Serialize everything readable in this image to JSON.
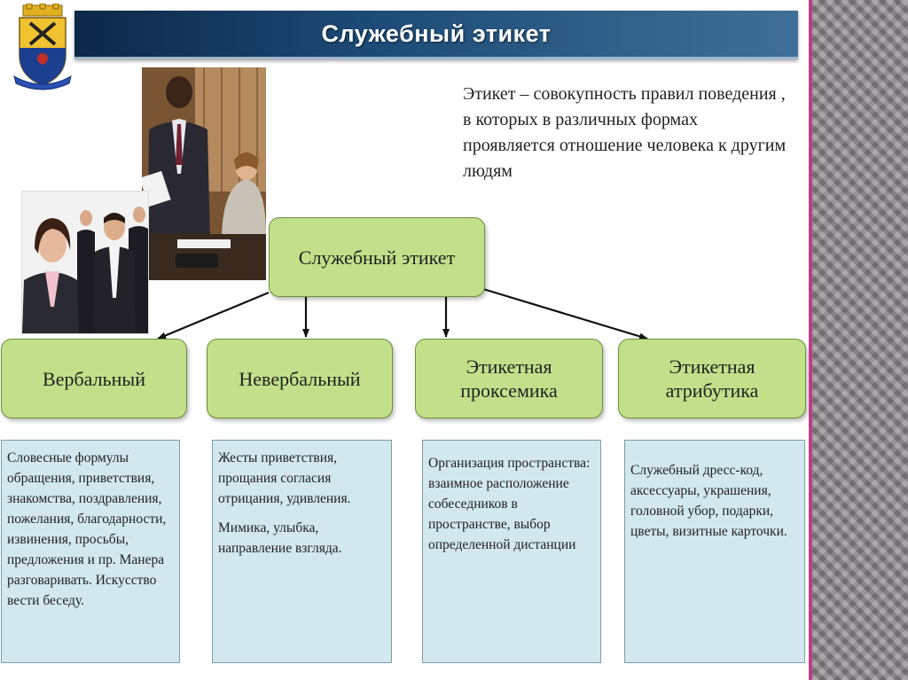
{
  "slide": {
    "title": "Служебный этикет",
    "definition": "Этикет – совокупность правил поведения , в которых в различных формах проявляется отношение человека к другим людям"
  },
  "diagram": {
    "root": "Служебный этикет",
    "categories": [
      {
        "label": "Вербальный",
        "description": [
          "Словесные формулы обращения, приветствия, знакомства, поздравления, пожелания, благодарности, извинения, просьбы, предложения и пр. Манера разговаривать. Искусство вести беседу."
        ]
      },
      {
        "label": "Невербальный",
        "description": [
          "Жесты приветствия, прощания согласия отрицания, удивления.",
          "Мимика, улыбка, направление взгляда."
        ]
      },
      {
        "label": "Этикетная проксемика",
        "description": [
          "Организация пространства: взаимное расположение собеседников в пространстве, выбор определенной дистанции"
        ]
      },
      {
        "label": "Этикетная атрибутика",
        "description": [
          "Служебный дресс-код, аксессуары, украшения, головной убор, подарки, цветы, визитные карточки."
        ]
      }
    ]
  },
  "colors": {
    "node_fill": "#c2e08a",
    "description_fill": "#d2e8ee",
    "title_bar": "#1c4a76",
    "accent_border": "#c23a8c"
  }
}
